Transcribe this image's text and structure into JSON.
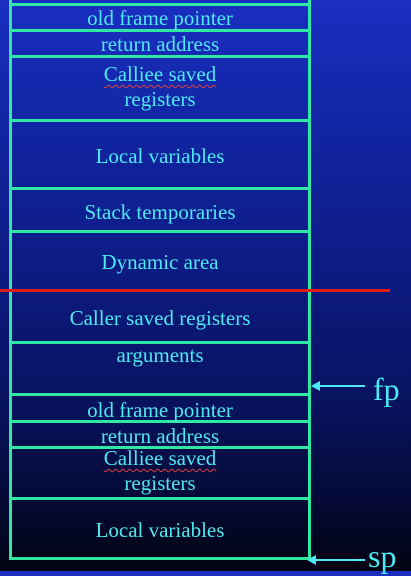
{
  "upper_frame": {
    "old_frame_pointer": "old frame pointer",
    "return_address": "return address",
    "callee_saved_line1": "Calliee saved",
    "callee_saved_line2": "registers",
    "local_variables": "Local variables",
    "stack_temporaries": "Stack temporaries",
    "dynamic_area": "Dynamic area"
  },
  "lower_frame": {
    "caller_saved": "Caller saved registers",
    "arguments": "arguments",
    "old_frame_pointer": "old frame pointer",
    "return_address": "return address",
    "callee_saved_line1": "Calliee saved",
    "callee_saved_line2": "registers",
    "local_variables": "Local variables"
  },
  "pointers": {
    "fp": "fp",
    "sp": "sp"
  },
  "colors": {
    "box_border": "#2ee8a4",
    "text": "#4ee8f0",
    "frame_boundary": "#e11c1c",
    "spell_underline": "#e0413b"
  }
}
